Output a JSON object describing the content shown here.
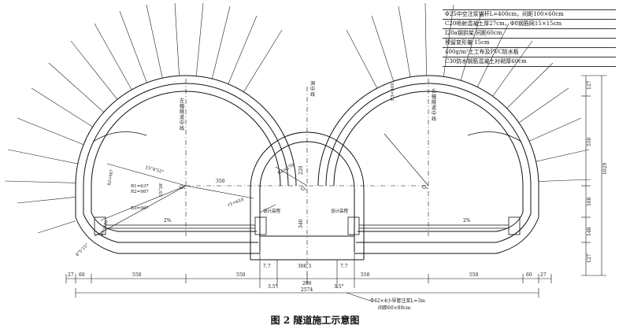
{
  "legend": [
    "Φ25中空注浆锚杆L=400cm，间距100×60cm",
    "C20喷射混凝土厚27cm，Φ8钢筋网15×15cm",
    "Ⅰ20a钢拱架  间距60cm",
    "预留变形量 15cm",
    "400g/m²土工布及PVC防水板",
    "C30防水钢筋混凝土衬砌厚60cm"
  ],
  "labels": {
    "left_axis": "左\n幅\n隧\n道\n中\n线",
    "center_axis": "洞\n中\n线",
    "right_axis": "右\n幅\n隧\n道\n中\n线",
    "o1": "O₁",
    "o2": "O₂",
    "o3": "O₃",
    "r1": "R1=637",
    "r2": "R2=987",
    "r3": "R3=987",
    "r4": "R4=100",
    "r2_right": "R2=987",
    "r_center": "R4=270",
    "r_top": "R3=300",
    "angle1": "15°4'52\"",
    "angle2": "25°38'",
    "angle3": "4°5'15\"",
    "dim_350": "350",
    "dim_1_610": "r1=610",
    "drain_left": "设计高程",
    "drain_right": "设计高程",
    "slope_left": "2%",
    "slope_right": "2%",
    "dim_220": "220",
    "dim_340": "340",
    "dim_77_left": "7.7",
    "dim_77_right": "7.7",
    "dim_3063": "306.3",
    "dim_200": "200",
    "dim_35_left": "3.5°",
    "dim_35_right": "3.5°",
    "grout_pipe": "Φ42×4小导管注浆L=3m",
    "grout_spacing": "间距60×80cm",
    "rv_127": "127",
    "rv_550": "550",
    "rv_168": "168",
    "rv_148": "148",
    "rv_127b": "127",
    "rv_1029": "1029"
  },
  "bottom_dims": {
    "seg": [
      "27",
      "60",
      "550",
      "550",
      "550",
      "550",
      "60",
      "27"
    ],
    "total": "2574"
  },
  "caption": "图 2   隧道施工示意图"
}
